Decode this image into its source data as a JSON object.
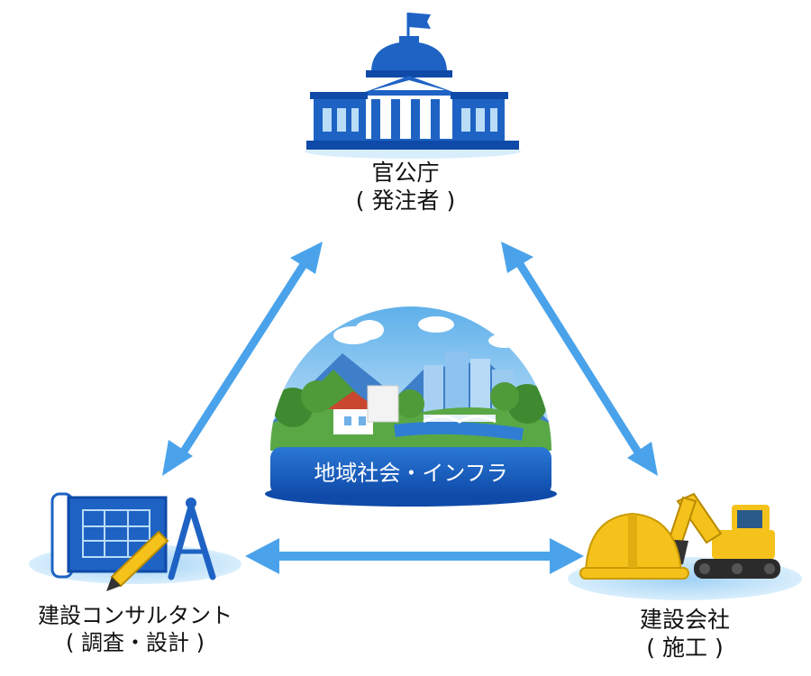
{
  "nodes": {
    "government": {
      "line1": "官公庁",
      "line2": "( 発注者 )"
    },
    "consultant": {
      "line1": "建設コンサルタント",
      "line2": "( 調査・設計 )"
    },
    "contractor": {
      "line1": "建設会社",
      "line2": "( 施工 )"
    }
  },
  "center": {
    "label": "地域社会・インフラ"
  },
  "colors": {
    "arrow": "#4aa3ea",
    "primary_blue": "#1e63c4",
    "dark_blue": "#0f4aa8",
    "light_blue": "#b9dcf7",
    "yellow": "#f4c21b",
    "green": "#4f9b3a"
  },
  "icons": {
    "government": "government-building-icon",
    "consultant": "blueprint-compass-icon",
    "contractor": "excavator-helmet-icon"
  }
}
